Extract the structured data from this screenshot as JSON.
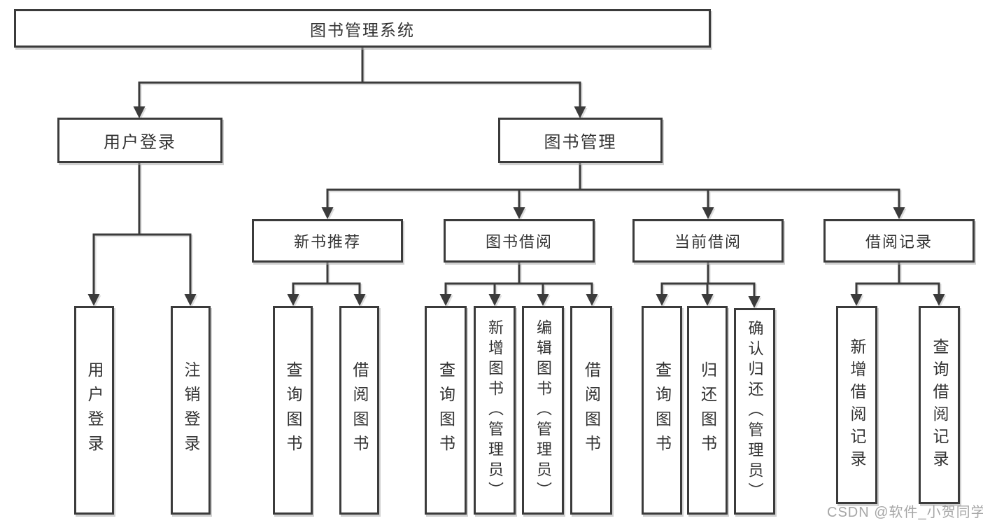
{
  "diagram": {
    "root": {
      "label": "图书管理系统"
    },
    "level2": {
      "user_login": {
        "label": "用户登录"
      },
      "book_management": {
        "label": "图书管理"
      }
    },
    "level3": {
      "new_book_recommend": {
        "label": "新书推荐"
      },
      "book_borrowing": {
        "label": "图书借阅"
      },
      "current_borrowing": {
        "label": "当前借阅"
      },
      "borrowing_records": {
        "label": "借阅记录"
      }
    },
    "leaves": {
      "user_login": {
        "label": "用户登录"
      },
      "logout": {
        "label": "注销登录"
      },
      "recommend_query_books": {
        "label": "查询图书"
      },
      "recommend_borrow_books": {
        "label": "借阅图书"
      },
      "borrowing_query_books": {
        "label": "查询图书"
      },
      "borrowing_add_books_admin": {
        "label": "新增图书（管理员）"
      },
      "borrowing_edit_books_admin": {
        "label": "编辑图书（管理员）"
      },
      "borrowing_borrow_books": {
        "label": "借阅图书"
      },
      "current_query_books": {
        "label": "查询图书"
      },
      "current_return_books": {
        "label": "归还图书"
      },
      "current_confirm_return_admin": {
        "label": "确认归还（管理员）"
      },
      "records_add_borrow_record": {
        "label": "新增借阅记录"
      },
      "records_query_borrow_record": {
        "label": "查询借阅记录"
      }
    }
  },
  "watermark": {
    "text": "CSDN @软件_小贺同学"
  },
  "colors": {
    "line": "#3b3b3b",
    "box_border": "#3b3b3b",
    "text": "#333333",
    "watermark": "#969696"
  }
}
